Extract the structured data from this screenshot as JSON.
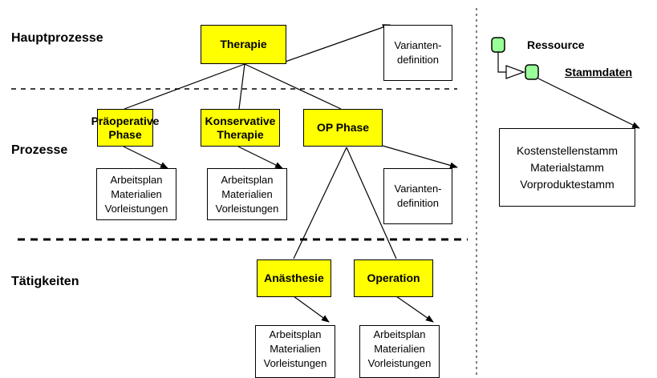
{
  "levels": {
    "main": "Hauptprozesse",
    "processes": "Prozesse",
    "activities": "Tätigkeiten"
  },
  "nodes": {
    "therapie": "Therapie",
    "praeoperative": [
      "Präoperative",
      "Phase"
    ],
    "konservative": [
      "Konservative",
      "Therapie"
    ],
    "op_phase": "OP Phase",
    "anaesthesie": "Anästhesie",
    "operation": "Operation"
  },
  "variant_definition": [
    "Varianten-",
    "definition"
  ],
  "resource_list": [
    "Arbeitsplan",
    "Materialien",
    "Vorleistungen"
  ],
  "legend": {
    "resource": "Ressource",
    "master_data": "Stammdaten"
  },
  "master_data_box": [
    "Kostenstellenstamm",
    "Materialstamm",
    "Vorproduktestamm"
  ],
  "colors": {
    "process_fill": "#ffff00",
    "legend_node_fill": "#99ff99"
  }
}
